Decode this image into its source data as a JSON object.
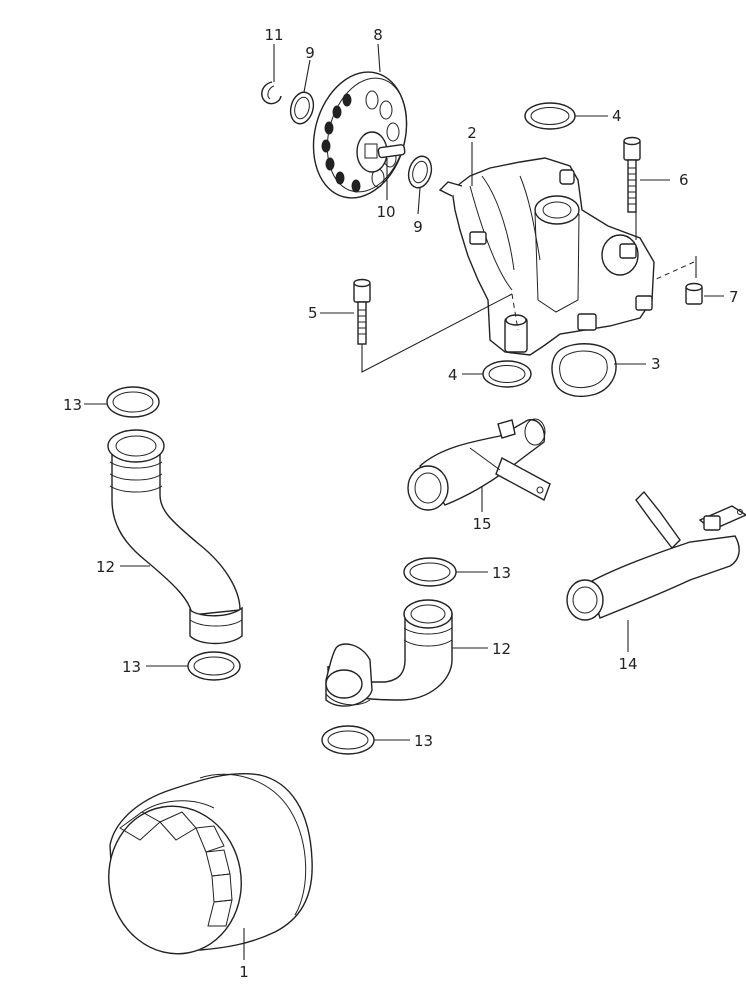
{
  "callouts": {
    "c1": "1",
    "c2": "2",
    "c3": "3",
    "c4a": "4",
    "c4b": "4",
    "c5": "5",
    "c6": "6",
    "c7": "7",
    "c8": "8",
    "c9a": "9",
    "c9b": "9",
    "c10": "10",
    "c11": "11",
    "c12a": "12",
    "c12b": "12",
    "c13a": "13",
    "c13b": "13",
    "c13c": "13",
    "c13d": "13",
    "c14": "14",
    "c15": "15"
  }
}
